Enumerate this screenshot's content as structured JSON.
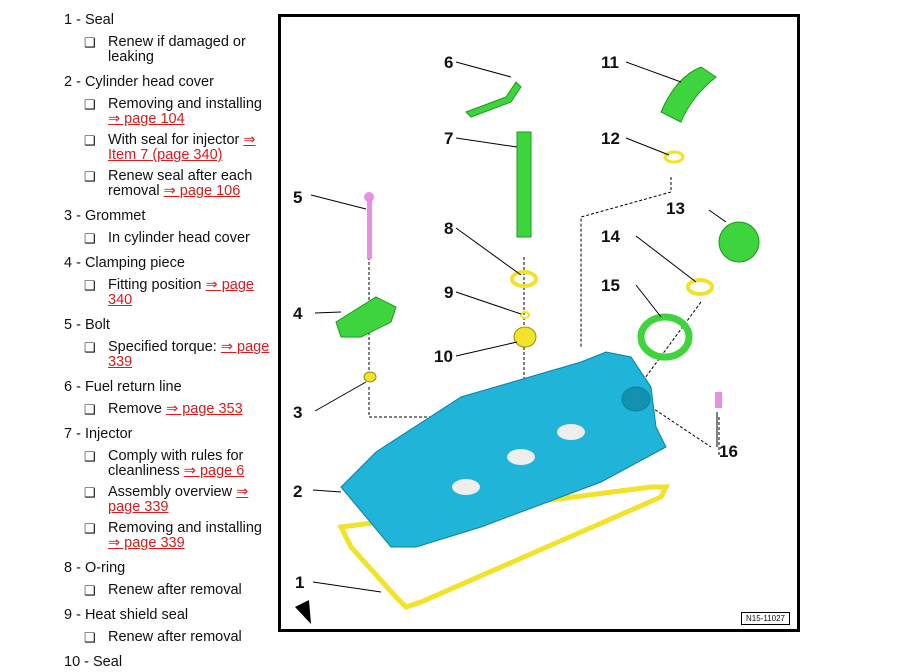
{
  "items": [
    {
      "title": "1 - Seal",
      "subs": [
        {
          "text": "Renew if damaged or leaking",
          "link": ""
        }
      ]
    },
    {
      "title": "2 - Cylinder head cover",
      "subs": [
        {
          "text": "Removing and installing",
          "link": "⇒ page 104"
        },
        {
          "text": "With seal for injector",
          "link": "⇒ Item 7 (page 340)"
        },
        {
          "text": "Renew seal after each removal",
          "link": "⇒ page 106"
        }
      ]
    },
    {
      "title": "3 - Grommet",
      "subs": [
        {
          "text": "In cylinder head cover",
          "link": ""
        }
      ]
    },
    {
      "title": "4 - Clamping piece",
      "subs": [
        {
          "text": "Fitting position",
          "link": "⇒ page 340"
        }
      ]
    },
    {
      "title": "5 - Bolt",
      "subs": [
        {
          "text": "Specified torque:",
          "link": "⇒ page 339"
        }
      ]
    },
    {
      "title": "6 - Fuel return line",
      "subs": [
        {
          "text": "Remove",
          "link": "⇒ page 353"
        }
      ]
    },
    {
      "title": "7 - Injector",
      "subs": [
        {
          "text": "Comply with rules for cleanliness",
          "link": "⇒ page 6"
        },
        {
          "text": "Assembly overview",
          "link": "⇒ page 339"
        },
        {
          "text": "Removing and installing",
          "link": "⇒ page 339"
        }
      ]
    },
    {
      "title": "8 - O-ring",
      "subs": [
        {
          "text": "Renew after removal",
          "link": ""
        }
      ]
    },
    {
      "title": "9 - Heat shield seal",
      "subs": [
        {
          "text": "Renew after removal",
          "link": ""
        }
      ]
    },
    {
      "title": "10 - Seal",
      "subs": []
    }
  ],
  "checkbox": "❑",
  "figure": {
    "code": "N15-11027",
    "labels": [
      "1",
      "2",
      "3",
      "4",
      "5",
      "6",
      "7",
      "8",
      "9",
      "10",
      "11",
      "12",
      "13",
      "14",
      "15",
      "16"
    ]
  },
  "colors": {
    "cover": "#1fb4d8",
    "seal": "#f2e22a",
    "part": "#3ed43e",
    "bolt": "#e58fe6",
    "link": "#d21e1e"
  }
}
